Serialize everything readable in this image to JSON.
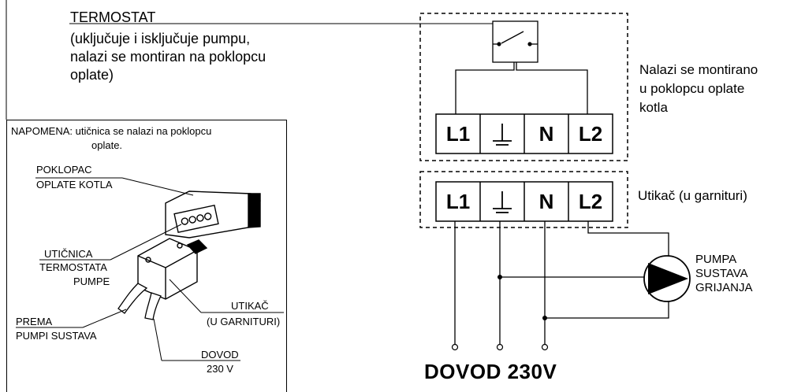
{
  "thermostat": {
    "title": "TERMOSTAT",
    "desc_line1": "(uključuje i isključuje pumpu,",
    "desc_line2": "nalazi se montiran na poklopcu",
    "desc_line3": "oplate)"
  },
  "upper_box": {
    "note_line1": "Nalazi se montirano",
    "note_line2": "u poklopcu oplate",
    "note_line3": "kotla",
    "terminals": [
      "L1",
      "⏚",
      "N",
      "L2"
    ]
  },
  "lower_box": {
    "note": "Utikač (u garnituri)",
    "terminals": [
      "L1",
      "⏚",
      "N",
      "L2"
    ]
  },
  "pump": {
    "line1": "PUMPA",
    "line2": "SUSTAVA",
    "line3": "GRIJANJA"
  },
  "supply": {
    "label": "DOVOD 230V"
  },
  "inset": {
    "note_line1": "NAPOMENA: utičnica se nalazi na poklopcu",
    "note_line2": "oplate.",
    "cover_line1": "POKLOPAC",
    "cover_line2": "OPLATE KOTLA",
    "socket_line1": "UTIČNICA",
    "socket_line2": "TERMOSTATA",
    "socket_line3": "PUMPE",
    "plug_line1": "UTIKAČ",
    "plug_line2": "(U GARNITURI)",
    "to_pump_line1": "PREMA",
    "to_pump_line2": "PUMPI SUSTAVA",
    "supply_line1": "DOVOD",
    "supply_line2": "230 V"
  }
}
